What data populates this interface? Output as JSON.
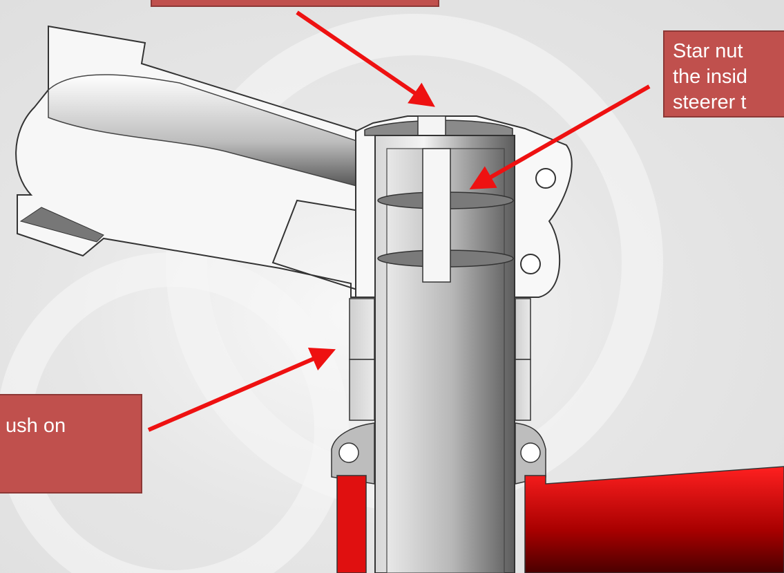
{
  "callouts": {
    "top": {
      "lines": []
    },
    "star_nut": {
      "lines": [
        "Star nut",
        "the insid",
        "steerer t"
      ]
    },
    "spacers": {
      "lines": [
        "ush on",
        ""
      ]
    }
  },
  "colors": {
    "frame_red": "#e01010",
    "callout_fill": "#c0504d",
    "callout_border": "#8c3836",
    "arrow_red": "#ee1111"
  }
}
